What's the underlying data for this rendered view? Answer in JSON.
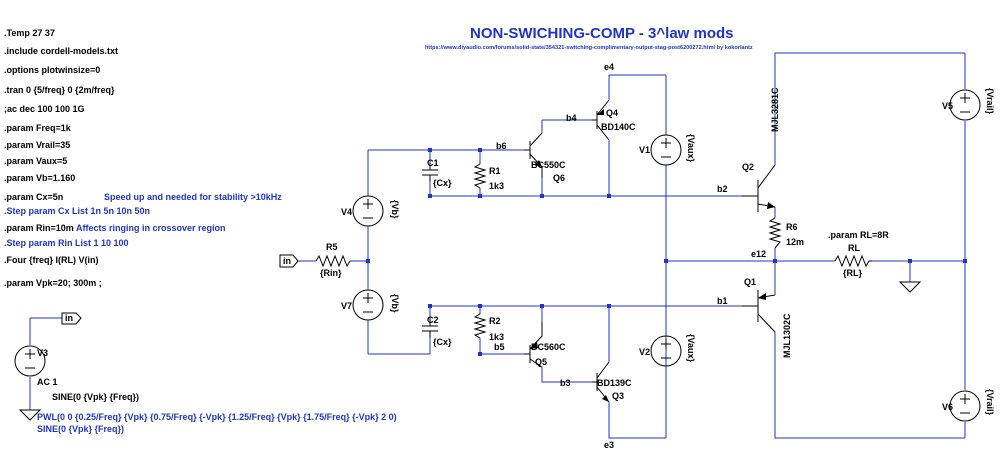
{
  "directives": [
    {
      "text": ".Temp 27 37",
      "style": "dir"
    },
    {
      "text": ".include cordell-models.txt",
      "style": "dir"
    },
    {
      "text": ".options plotwinsize=0",
      "style": "dir"
    },
    {
      "text": ".tran 0 {5/freq} 0 {2m/freq}",
      "style": "dir"
    },
    {
      "text": ";ac dec 100 100 1G",
      "style": "dir"
    },
    {
      "text": ".param Freq=1k",
      "style": "dir"
    },
    {
      "text": ".param Vrail=35",
      "style": "dir"
    },
    {
      "text": ".param Vaux=5",
      "style": "dir"
    },
    {
      "text": ".param Vb=1.160",
      "style": "dir"
    },
    {
      "text": ".param Cx=5n",
      "style": "dir"
    },
    {
      "text": ".Step param Cx List 1n 5n 10n 50n",
      "style": "cmt"
    },
    {
      "text": ".param Rin=10m",
      "style": "dir"
    },
    {
      "text": ".Step param Rin List 1 10 100",
      "style": "cmt"
    },
    {
      "text": ".Four {freq} I(RL) V(in)",
      "style": "dir"
    },
    {
      "text": ".param Vpk=20; 300m ;",
      "style": "dir"
    }
  ],
  "comments": {
    "cx_note": "Speed up and needed for stability >10kHz",
    "rin_note": "Affects ringing in crossover region"
  },
  "title": "NON-SWICHING-COMP - 3^law mods",
  "subtitle": "https://www.diyaudio.com/forums/solid-state/354321-switching-complimentary-output-stag-post6200272.html  by kokoriantz",
  "source_v3": {
    "name": "V3",
    "ac": "AC 1",
    "sine_main": "SINE(0 {Vpk} {Freq})",
    "pwl": "PWL(0 0 {0.25/Freq} {Vpk} {0.75/Freq} {-Vpk} {1.25/Freq} {Vpk} {1.75/Freq} {-Vpk} 2 0)",
    "sine_alt": "SINE(0 {Vpk} {Freq})"
  },
  "components": {
    "v4": {
      "name": "V4",
      "value": "{Vb}"
    },
    "v7": {
      "name": "V7",
      "value": "{Vb}"
    },
    "r5": {
      "name": "R5",
      "value": "{Rin}"
    },
    "c1": {
      "name": "C1",
      "value": "{Cx}"
    },
    "c2": {
      "name": "C2",
      "value": "{Cx}"
    },
    "r1": {
      "name": "R1",
      "value": "1k3"
    },
    "r2": {
      "name": "R2",
      "value": "1k3"
    },
    "q6": {
      "name": "Q6",
      "value": "BC550C"
    },
    "q5": {
      "name": "Q5",
      "value": "BC560C"
    },
    "q4": {
      "name": "Q4",
      "value": "BD140C"
    },
    "q3": {
      "name": "Q3",
      "value": "BD139C"
    },
    "v1": {
      "name": "V1",
      "value": "{Vaux}"
    },
    "v2": {
      "name": "V2",
      "value": "{Vaux}"
    },
    "q2": {
      "name": "Q2",
      "value": "MJL3281C"
    },
    "q1": {
      "name": "Q1",
      "value": "MJL1302C"
    },
    "r6": {
      "name": "R6",
      "value": "12m"
    },
    "rl": {
      "name": "RL",
      "value": "{RL}",
      "param": ".param RL=8R"
    },
    "v5": {
      "name": "V5",
      "value": "{Vrail}"
    },
    "v6": {
      "name": "V6",
      "value": "{Vrail}"
    }
  },
  "nets": {
    "e4": "e4",
    "b4": "b4",
    "b6": "b6",
    "b2": "b2",
    "e12": "e12",
    "b1": "b1",
    "b5": "b5",
    "b3": "b3",
    "e3": "e3",
    "in1": "in",
    "in2": "in"
  }
}
